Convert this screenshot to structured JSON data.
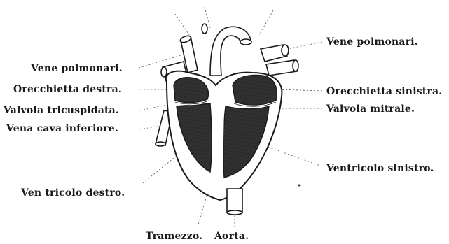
{
  "labels": {
    "vene_polmonari_left": "Vene polmonari.",
    "orecchietta_destra": "Orecchietta destra.",
    "valvola_tricuspidata": "Valvola tricuspidata.",
    "vena_cava_inferiore": "Vena cava inferiore.",
    "ventricolo_destro": "Ven tricolo destro.",
    "vene_polmonari_right": "Vene polmonari.",
    "orecchietta_sinistra": "Orecchietta sinistra.",
    "valvola_mitrale": "Valvola mitrale.",
    "ventricolo_sinistro": "Ventricolo sinistro.",
    "tramezzo": "Tramezzo.",
    "aorta": "Aorta."
  },
  "colors": {
    "ink": "#1a1a1a",
    "chamber_fill": "#2b2b2b",
    "background": "#ffffff"
  }
}
